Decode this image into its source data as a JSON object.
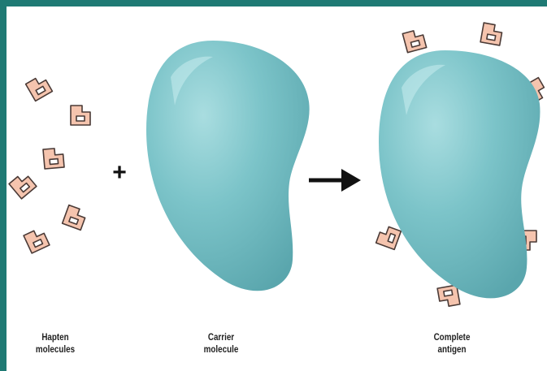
{
  "colors": {
    "frame": "#1f7a74",
    "carrier": "#7cc4c9",
    "carrier_shadow": "#5fa9af",
    "hapten_fill": "#f5c4ae",
    "hapten_stroke": "#4a3a36",
    "arrow": "#111111"
  },
  "labels": {
    "hapten": [
      "Hapten",
      "molecules"
    ],
    "carrier": [
      "Carrier",
      "molecule"
    ],
    "complete": [
      "Complete",
      "antigen"
    ]
  },
  "symbols": {
    "plus": "+",
    "arrow": "right-arrow-icon"
  }
}
